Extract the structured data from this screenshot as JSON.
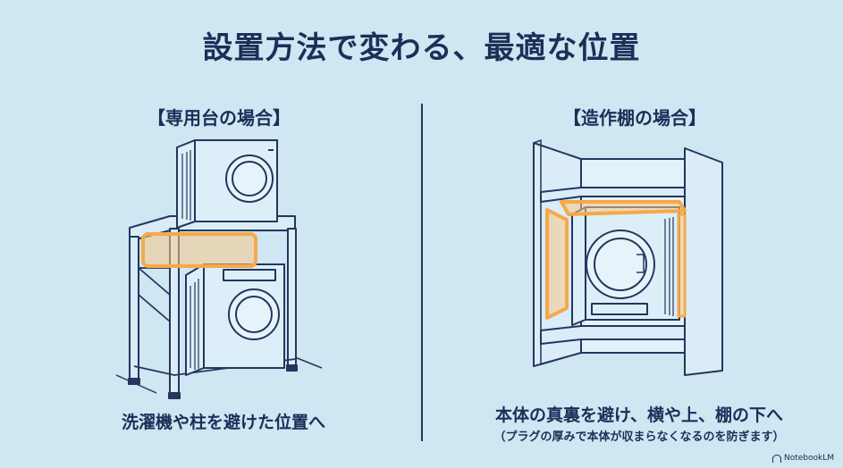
{
  "title": "設置方法で変わる、最適な位置",
  "left": {
    "heading": "【専用台の場合】",
    "caption": "洗濯機や柱を避けた位置へ"
  },
  "right": {
    "heading": "【造作棚の場合】",
    "caption": "本体の真裏を避け、横や上、棚の下へ",
    "note": "（プラグの厚みで本体が収まらなくなるのを防ぎます）"
  },
  "badge": "NotebookLM",
  "colors": {
    "background": "#cfe6f3",
    "line": "#24365c",
    "highlight": "#f5a948",
    "highlight_fill": "#f7c98a"
  },
  "icons": [
    "notebooklm-logo-icon"
  ]
}
